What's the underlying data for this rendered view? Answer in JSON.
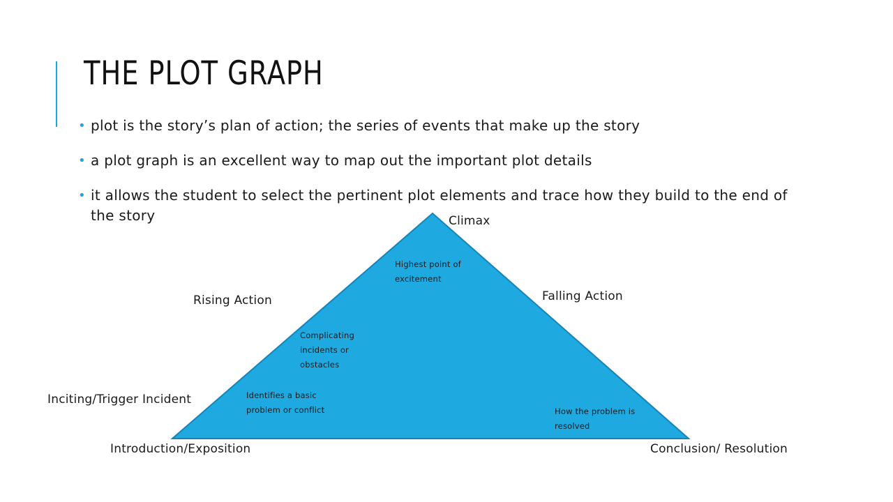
{
  "slide": {
    "title": "THE PLOT GRAPH",
    "bullets": [
      "plot is the story’s plan of action; the series of events that make up the story",
      "a plot graph is an excellent way to map out the important plot details",
      "it allows the student to select the pertinent plot elements and trace how they build to the end of the story"
    ]
  },
  "diagram": {
    "labels": {
      "climax": "Climax",
      "rising_action": "Rising Action",
      "falling_action": "Falling Action",
      "inciting": "Inciting/Trigger Incident",
      "introduction": "Introduction/Exposition",
      "conclusion": "Conclusion/ Resolution"
    },
    "notes": {
      "highest_point": "Highest point of excitement",
      "complicating": "Complicating incidents or obstacles",
      "identifies": "Identifies a basic problem or conflict",
      "resolved": "How the problem is resolved"
    }
  },
  "colors": {
    "accent": "#1ba7e1",
    "triangle_fill": "#1ea9e0",
    "triangle_stroke": "#1784b8"
  }
}
